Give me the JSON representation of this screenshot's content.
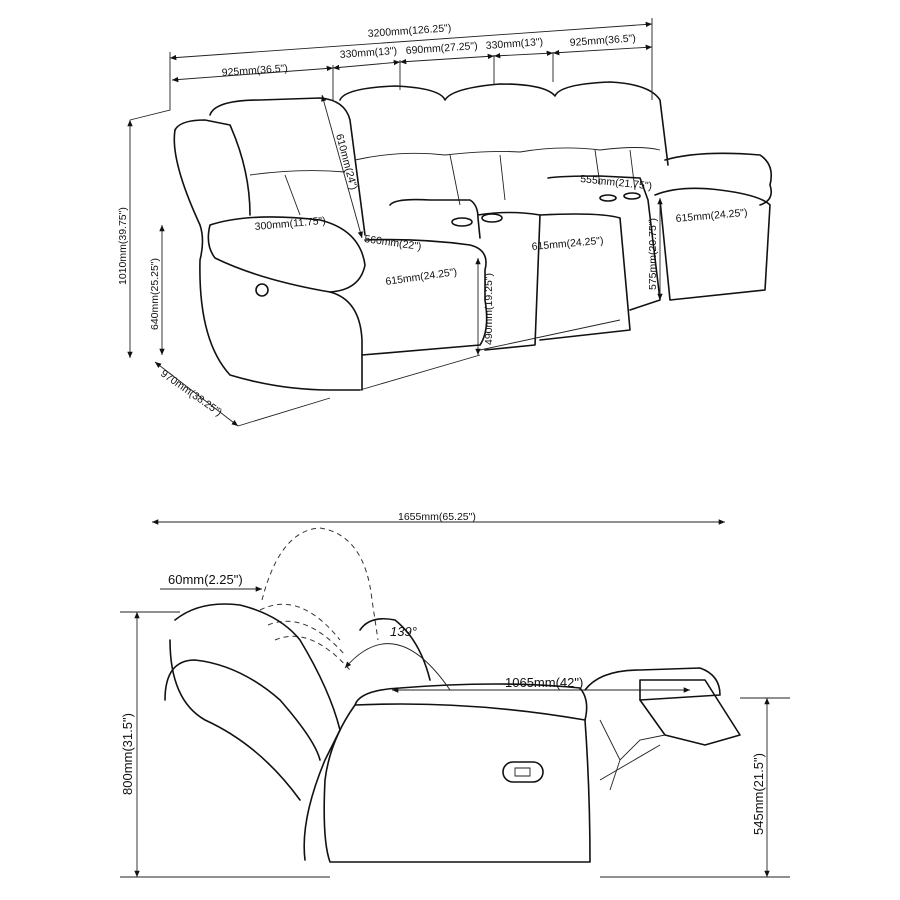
{
  "top_view": {
    "dimensions": {
      "total_width": "3200mm(126.25\")",
      "left_seat_width": "925mm(36.5\")",
      "console_left_width": "330mm(13\")",
      "middle_seat_width": "690mm(27.25\")",
      "console_right_width": "330mm(13\")",
      "right_seat_width": "925mm(36.5\")",
      "back_height": "610mm(24\")",
      "arm_width": "300mm(11.75\")",
      "seat_width_left": "560mm(22\")",
      "seat_depth_left": "615mm(24.25\")",
      "seat_height": "490mm(19.25\")",
      "seat_depth_middle": "615mm(24.25\")",
      "console_depth": "555mm(21.75\")",
      "arm_height": "575mm(20.75\")",
      "seat_depth_right": "615mm(24.25\")",
      "overall_height": "1010mm(39.75\")",
      "arm_height_side": "640mm(25.25\")",
      "overall_depth": "970mm(38.25\")"
    }
  },
  "side_view": {
    "dimensions": {
      "reclined_length": "1655mm(65.25\")",
      "wall_clearance": "60mm(2.25\")",
      "recline_angle": "139°",
      "seat_to_footrest": "1065mm(42\")",
      "overall_height": "800mm(31.5\")",
      "footrest_height": "545mm(21.5\")"
    }
  }
}
